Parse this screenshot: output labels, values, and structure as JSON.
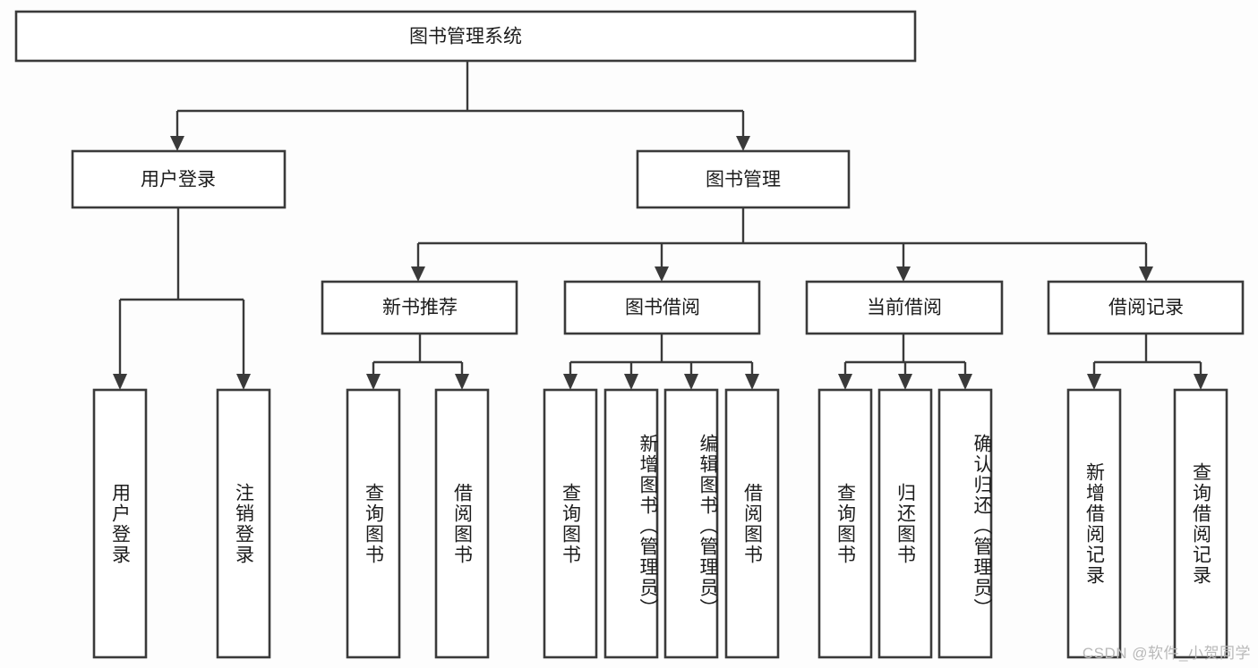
{
  "diagram": {
    "title": "图书管理系统",
    "type": "tree-hierarchy",
    "root": {
      "label": "图书管理系统"
    },
    "level2": [
      {
        "label": "用户登录"
      },
      {
        "label": "图书管理"
      }
    ],
    "level3": [
      {
        "label": "新书推荐"
      },
      {
        "label": "图书借阅"
      },
      {
        "label": "当前借阅"
      },
      {
        "label": "借阅记录"
      }
    ],
    "leaves": {
      "user_login": [
        {
          "label": "用户登录"
        },
        {
          "label": "注销登录"
        }
      ],
      "new_book_recommend": [
        {
          "label": "查询图书"
        },
        {
          "label": "借阅图书"
        }
      ],
      "book_borrow": [
        {
          "label": "查询图书"
        },
        {
          "label": "新增图书（管理员）"
        },
        {
          "label": "编辑图书（管理员）"
        },
        {
          "label": "借阅图书"
        }
      ],
      "current_borrow": [
        {
          "label": "查询图书"
        },
        {
          "label": "归还图书"
        },
        {
          "label": "确认归还（管理员）"
        }
      ],
      "borrow_record": [
        {
          "label": "新增借阅记录"
        },
        {
          "label": "查询借阅记录"
        }
      ]
    }
  },
  "watermark": {
    "text": "CSDN @软件_小贺同学"
  },
  "colors": {
    "stroke": "#3a3a3a",
    "box_fill": "#ffffff",
    "text": "#1c1c1c",
    "background": "#fdfdfd",
    "watermark": "#b9b9b9"
  }
}
